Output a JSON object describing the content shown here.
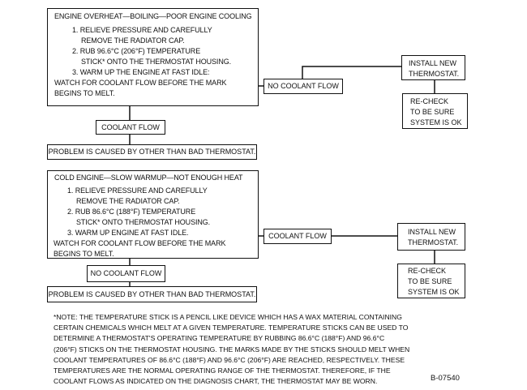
{
  "overheat": {
    "title": "ENGINE OVERHEAT—BOILING—POOR ENGINE COOLING",
    "steps": [
      "1.  RELIEVE PRESSURE AND CAREFULLY",
      "REMOVE THE RADIATOR CAP.",
      "2.  RUB 96.6°C (206°F) TEMPERATURE",
      "STICK* ONTO THE THERMOSTAT HOUSING.",
      "3.  WARM UP THE ENGINE AT FAST IDLE:",
      "WATCH FOR COOLANT FLOW BEFORE THE MARK",
      "BEGINS TO MELT."
    ],
    "down_branch": "COOLANT FLOW",
    "down_result": "PROBLEM IS CAUSED BY OTHER THAN BAD THERMOSTAT.",
    "right_branch": "NO COOLANT FLOW",
    "install": [
      "INSTALL NEW",
      "THERMOSTAT."
    ],
    "recheck": [
      "RE-CHECK",
      "TO BE SURE",
      "SYSTEM IS OK"
    ]
  },
  "cold": {
    "title": "COLD ENGINE—SLOW WARMUP—NOT ENOUGH HEAT",
    "steps": [
      "1.  RELIEVE PRESSURE AND CAREFULLY",
      "REMOVE THE RADIATOR CAP.",
      "2.  RUB 86.6°C (188°F) TEMPERATURE",
      "STICK* ONTO THERMOSTAT HOUSING.",
      "3.  WARM UP ENGINE AT FAST IDLE.",
      "WATCH FOR COOLANT FLOW BEFORE THE MARK",
      "BEGINS TO MELT."
    ],
    "down_branch": "NO COOLANT FLOW",
    "down_result": "PROBLEM IS CAUSED BY OTHER THAN BAD THERMOSTAT.",
    "right_branch": "COOLANT FLOW",
    "install": [
      "INSTALL NEW",
      "THERMOSTAT."
    ],
    "recheck": [
      "RE-CHECK",
      "TO BE SURE",
      "SYSTEM IS OK"
    ]
  },
  "note": [
    "*NOTE: THE TEMPERATURE STICK IS A PENCIL LIKE DEVICE WHICH HAS A WAX MATERIAL CONTAINING",
    "CERTAIN CHEMICALS WHICH MELT AT A GIVEN TEMPERATURE. TEMPERATURE STICKS CAN BE USED TO",
    "DETERMINE A THERMOSTAT'S OPERATING TEMPERATURE BY RUBBING 86.6°C (188°F) AND 96.6°C",
    "(206°F) STICKS ON THE THERMOSTAT HOUSING. THE MARKS MADE BY THE STICKS SHOULD MELT WHEN",
    "COOLANT TEMPERATURES OF 86.6°C (188°F) AND 96.6°C (206°F) ARE REACHED, RESPECTIVELY. THESE",
    "TEMPERATURES ARE THE NORMAL OPERATING RANGE OF THE THERMOSTAT. THEREFORE, IF THE",
    "COOLANT FLOWS AS INDICATED ON THE DIAGNOSIS CHART, THE THERMOSTAT MAY BE WORN."
  ],
  "figure_id": "B-07540"
}
